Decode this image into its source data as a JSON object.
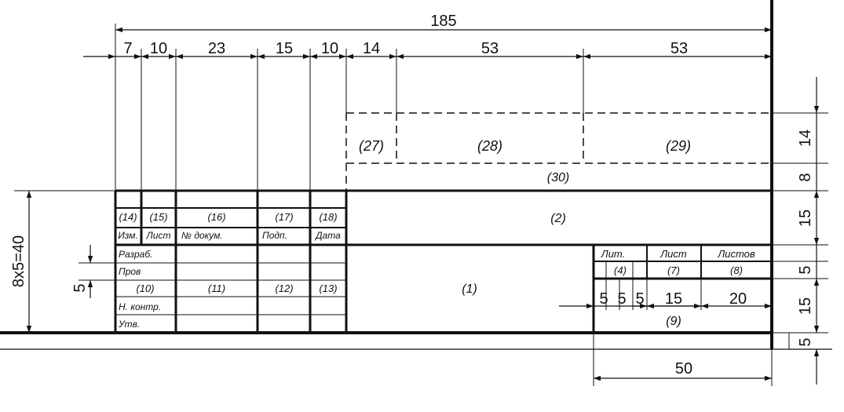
{
  "top_dims": {
    "total": "185",
    "segments": [
      "7",
      "10",
      "23",
      "15",
      "10",
      "14",
      "53",
      "53"
    ]
  },
  "right_dims": [
    "14",
    "8",
    "15",
    "5",
    "15",
    "5"
  ],
  "left_dims": {
    "total": "8x5=40",
    "row": "5"
  },
  "bottom_dims": {
    "width": "50",
    "sub": [
      "5",
      "5",
      "5",
      "15",
      "20"
    ]
  },
  "fields": {
    "f1": "(1)",
    "f2": "(2)",
    "f4": "(4)",
    "f7": "(7)",
    "f8": "(8)",
    "f9": "(9)",
    "f10": "(10)",
    "f11": "(11)",
    "f12": "(12)",
    "f13": "(13)",
    "f14": "(14)",
    "f15": "(15)",
    "f16": "(16)",
    "f17": "(17)",
    "f18": "(18)",
    "f27": "(27)",
    "f28": "(28)",
    "f29": "(29)",
    "f30": "(30)"
  },
  "headers": {
    "izm": "Изм.",
    "list": "Лист",
    "nomer": "№ докум.",
    "podp": "Подп.",
    "data": "Дата"
  },
  "rows": {
    "razrab": "Разраб.",
    "prov": "Пров",
    "nkontr": "Н. контр.",
    "utv": "Утв."
  },
  "right_labels": {
    "lit": "Лит.",
    "list": "Лист",
    "listov": "Листов"
  }
}
